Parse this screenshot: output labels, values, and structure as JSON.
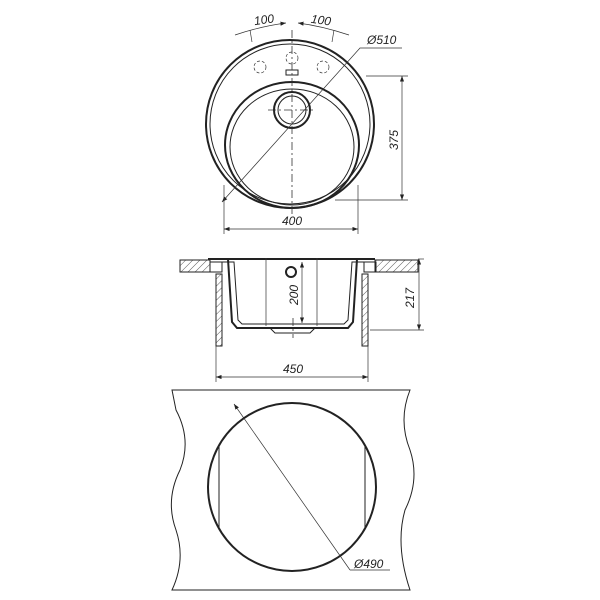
{
  "title": "Round kitchen sink technical drawing",
  "top_view": {
    "hole_spacing_left": "100",
    "hole_spacing_right": "100",
    "outer_diameter": "Ø510",
    "width": "400",
    "depth": "375"
  },
  "section_view": {
    "bowl_depth": "200",
    "overall_height": "217",
    "cutout_width": "450"
  },
  "cutout_view": {
    "cutout_diameter": "Ø490"
  }
}
